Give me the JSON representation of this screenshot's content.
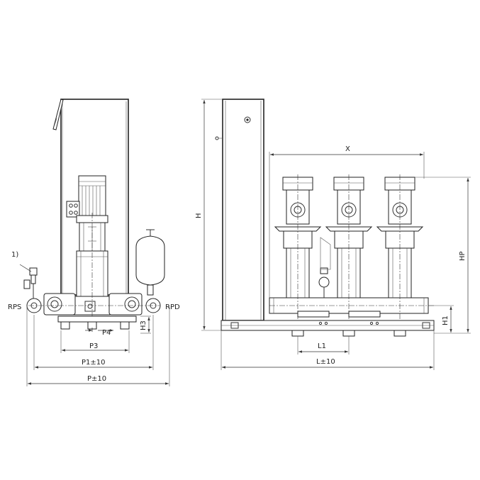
{
  "labels": {
    "note": "1)",
    "rps": "RPS",
    "rpd": "RPD",
    "p4": "P4",
    "h3": "H3",
    "p3": "P3",
    "p1": "P1±10",
    "p": "P±10",
    "h": "H",
    "x": "X",
    "hp": "HP",
    "h1": "H1",
    "l1": "L1",
    "l": "L±10"
  },
  "colors": {
    "line": "#333333",
    "background": "#ffffff"
  }
}
